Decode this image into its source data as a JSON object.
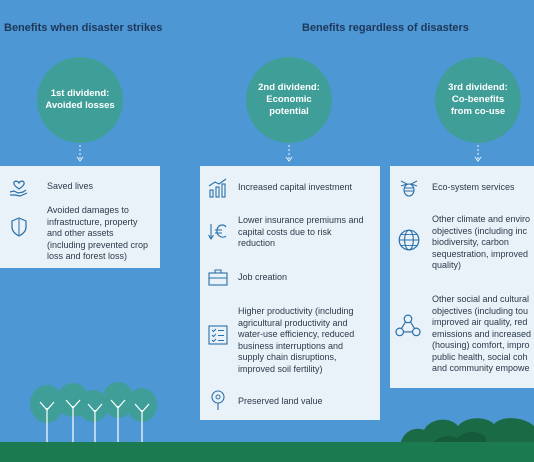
{
  "headers": {
    "left": "Benefits when disaster strikes",
    "right": "Benefits regardless of disasters"
  },
  "dividends": [
    {
      "line1": "1st dividend:",
      "line2": "Avoided losses",
      "line3": ""
    },
    {
      "line1": "2nd dividend:",
      "line2": "Economic potential",
      "line3": ""
    },
    {
      "line1": "3rd dividend:",
      "line2": "Co-benefits",
      "line3": "from co-use"
    }
  ],
  "card1": [
    {
      "icon": "saved-lives-icon",
      "text": "Saved lives"
    },
    {
      "icon": "shield-icon",
      "text": "Avoided damages to\ninfrastructure, property\nand other assets\n(including prevented crop\nloss and forest loss)"
    }
  ],
  "card2": [
    {
      "icon": "growth-chart-icon",
      "text": "Increased capital investment"
    },
    {
      "icon": "euro-down-icon",
      "text": "Lower insurance premiums and\ncapital costs due to risk\nreduction"
    },
    {
      "icon": "briefcase-icon",
      "text": "Job creation"
    },
    {
      "icon": "checklist-icon",
      "text": "Higher productivity (including\nagricultural productivity and\nwater-use efficiency, reduced\nbusiness interruptions and\nsupply chain disruptions,\nimproved soil fertility)"
    },
    {
      "icon": "location-pin-icon",
      "text": "Preserved land value"
    }
  ],
  "card3": [
    {
      "icon": "bee-icon",
      "text": "Eco-system services"
    },
    {
      "icon": "globe-icon",
      "text": "Other climate and enviro\nobjectives (including inc\nbiodiversity, carbon\nsequestration, improved\nquality)"
    },
    {
      "icon": "community-icon",
      "text": "Other social and cultural\nobjectives (including tou\nimproved air quality, red\nemissions and increased\n(housing) comfort, impro\npublic health, social coh\nand community empowe"
    }
  ],
  "colors": {
    "background": "#4d97d4",
    "circle": "#3f9f98",
    "card": "#e9f2f8",
    "header": "#1e3658",
    "tree": "#3f9f98",
    "ground": "#1b7a4f"
  }
}
